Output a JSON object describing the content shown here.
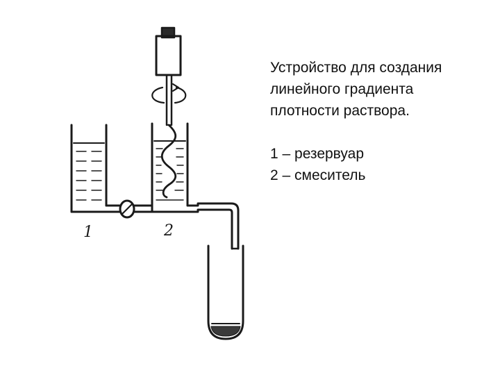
{
  "caption": {
    "title_lines": [
      "Устройство для создания",
      "линейного градиента",
      "плотности раствора."
    ],
    "legend": [
      "1 – резервуар",
      "2 – смеситель"
    ]
  },
  "diagram": {
    "labels": {
      "reservoir": "1",
      "mixer": "2"
    }
  },
  "colors": {
    "ink": "#1a1a1a",
    "background": "#ffffff"
  }
}
